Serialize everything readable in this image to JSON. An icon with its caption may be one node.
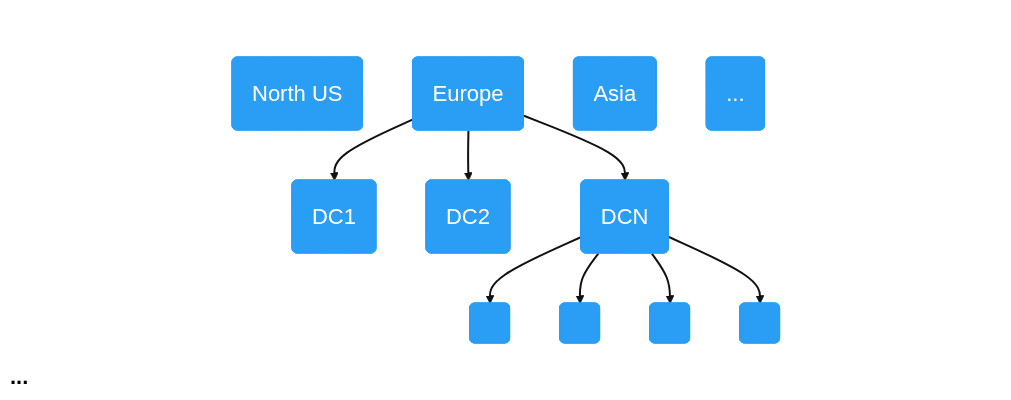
{
  "diagram": {
    "nodes": [
      {
        "text": [
          "North US"
        ]
      },
      {
        "text": [
          "Europe"
        ]
      },
      {
        "text": [
          "Asia"
        ]
      },
      {
        "text": [
          "..."
        ]
      },
      {
        "text": [
          "DC1"
        ]
      },
      {
        "text": [
          "DC2"
        ]
      },
      {
        "text": [
          "DCN"
        ]
      },
      {
        "text": [],
        "shape": "box"
      },
      {
        "text": [],
        "shape": "box"
      },
      {
        "text": [],
        "shape": "box"
      },
      {
        "text": [],
        "shape": "box"
      }
    ],
    "edges": [
      {
        "from": 1,
        "to": 4,
        "arrow": "to"
      },
      {
        "from": 1,
        "to": 5,
        "arrow": "to"
      },
      {
        "from": 1,
        "to": 6,
        "arrow": "to"
      },
      {
        "from": 6,
        "to": 7,
        "arrow": "to"
      },
      {
        "from": 6,
        "to": 8,
        "arrow": "to"
      },
      {
        "from": 6,
        "to": 9,
        "arrow": "to"
      },
      {
        "from": 6,
        "to": 10,
        "arrow": "to"
      }
    ],
    "labels": [
      "..."
    ]
  }
}
